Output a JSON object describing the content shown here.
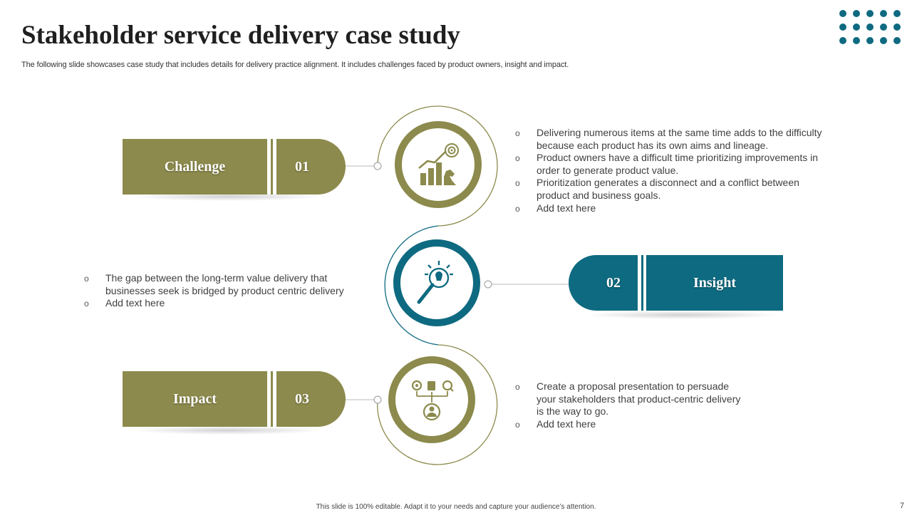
{
  "title": "Stakeholder service delivery case study",
  "subtitle": "The following slide showcases case study that includes details for delivery practice alignment. It includes challenges faced by product owners, insight and impact.",
  "colors": {
    "olive": "#8c8a4c",
    "teal": "#0e6a80"
  },
  "stages": [
    {
      "label": "Challenge",
      "number": "01",
      "icon": "growth-chart-strategy-icon",
      "bullets": [
        "Delivering numerous items at the same time adds to the difficulty because each product has its own aims and lineage.",
        "Product owners have a difficult time prioritizing improvements in order to generate product value.",
        "Prioritization generates a disconnect and a conflict between product and business goals.",
        "Add text here"
      ]
    },
    {
      "label": "Insight",
      "number": "02",
      "icon": "idea-search-icon",
      "bullets": [
        "The gap between the long-term value delivery that businesses seek is bridged by product centric delivery",
        "Add text here"
      ]
    },
    {
      "label": "Impact",
      "number": "03",
      "icon": "stakeholder-network-icon",
      "bullets": [
        "Create a proposal presentation to persuade your stakeholders that product-centric delivery is the way to go.",
        "Add text here"
      ]
    }
  ],
  "footer": "This slide is 100% editable. Adapt it to your needs and capture your audience’s attention.",
  "page_number": "7"
}
